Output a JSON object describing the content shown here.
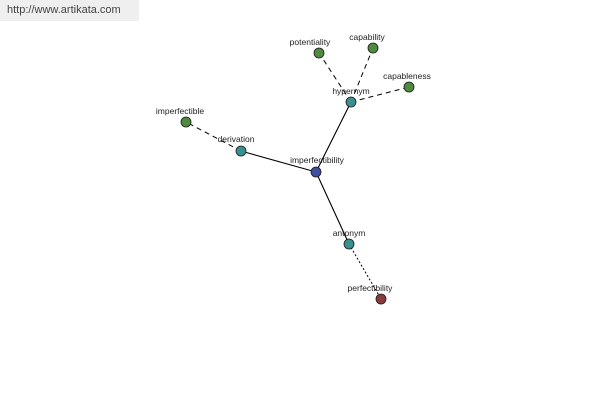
{
  "source": {
    "url": "http://www.artikata.com"
  },
  "colors": {
    "edge": "#000000",
    "center": "#3f4fa0",
    "relation": "#3a9090",
    "leaf": "#4f8a3f",
    "antonym_leaf": "#8a3a3a"
  },
  "nodes": [
    {
      "id": "imperfectibility",
      "label": "imperfectibility",
      "kind": "center"
    },
    {
      "id": "hypernym",
      "label": "hypernym",
      "kind": "relation"
    },
    {
      "id": "derivation",
      "label": "derivation",
      "kind": "relation"
    },
    {
      "id": "antonym",
      "label": "antonym",
      "kind": "relation"
    },
    {
      "id": "potentiality",
      "label": "potentiality",
      "kind": "leaf"
    },
    {
      "id": "capability",
      "label": "capability",
      "kind": "leaf"
    },
    {
      "id": "capableness",
      "label": "capableness",
      "kind": "leaf"
    },
    {
      "id": "imperfectible",
      "label": "imperfectible",
      "kind": "leaf"
    },
    {
      "id": "perfectibility",
      "label": "perfectibility",
      "kind": "antonym_leaf"
    }
  ],
  "edges": [
    {
      "from": "imperfectibility",
      "to": "hypernym",
      "style": "solid"
    },
    {
      "from": "imperfectibility",
      "to": "derivation",
      "style": "solid"
    },
    {
      "from": "imperfectibility",
      "to": "antonym",
      "style": "solid"
    },
    {
      "from": "hypernym",
      "to": "potentiality",
      "style": "dashed"
    },
    {
      "from": "hypernym",
      "to": "capability",
      "style": "dashed"
    },
    {
      "from": "hypernym",
      "to": "capableness",
      "style": "dashed"
    },
    {
      "from": "derivation",
      "to": "imperfectible",
      "style": "dashed"
    },
    {
      "from": "antonym",
      "to": "perfectibility",
      "style": "dotted"
    }
  ]
}
